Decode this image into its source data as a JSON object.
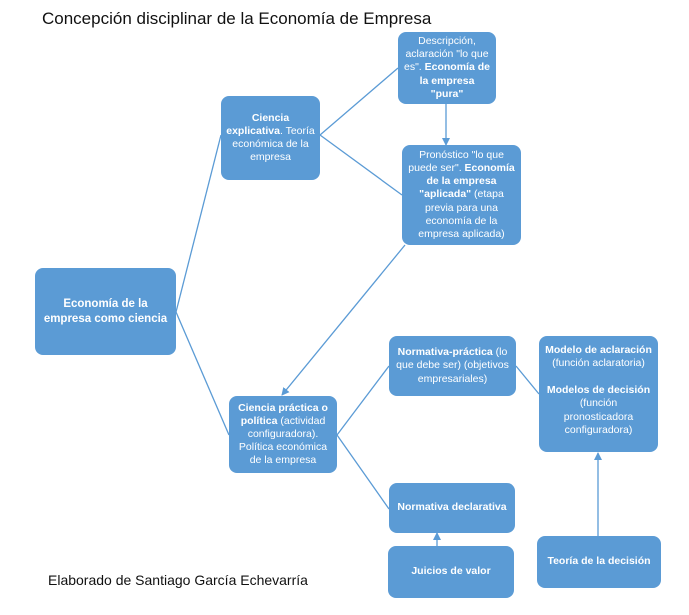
{
  "title": "Concepción disciplinar de la Economía de Empresa",
  "footer": "Elaborado de Santiago García Echevarría",
  "accent": "#5b9bd5",
  "nodes": {
    "root": {
      "bold": "Economía de la empresa como ciencia"
    },
    "ciencia_explicativa": {
      "bold": "Ciencia explicativa",
      "text": ". Teoría económica de la empresa"
    },
    "descripcion": {
      "text": "Descripción, aclaración \"lo que es\". ",
      "bold": "Economía de la empresa \"pura\""
    },
    "pronostico": {
      "text": "Pronóstico \"lo que puede ser\". ",
      "bold": "Economía de la empresa \"aplicada\"",
      "text2": " (etapa previa para una economía de la empresa aplicada)"
    },
    "ciencia_practica": {
      "bold": "Ciencia práctica o política",
      "text": " (actividad configuradora). Política económica de la empresa"
    },
    "normativa_practica": {
      "bold": "Normativa-práctica",
      "text": " (lo que debe ser) (objetivos empresariales)"
    },
    "modelos": {
      "aclaracion_bold": "Modelo de aclaración",
      "aclaracion_text": " (función aclaratoria)",
      "decision_bold": "Modelos de decisión",
      "decision_text": " (función pronosticadora configuradora)"
    },
    "normativa_declarativa": {
      "bold": "Normativa declarativa"
    },
    "juicios": {
      "bold": "Juicios de valor"
    },
    "teoria_decision": {
      "bold": "Teoría de la decisión"
    }
  }
}
